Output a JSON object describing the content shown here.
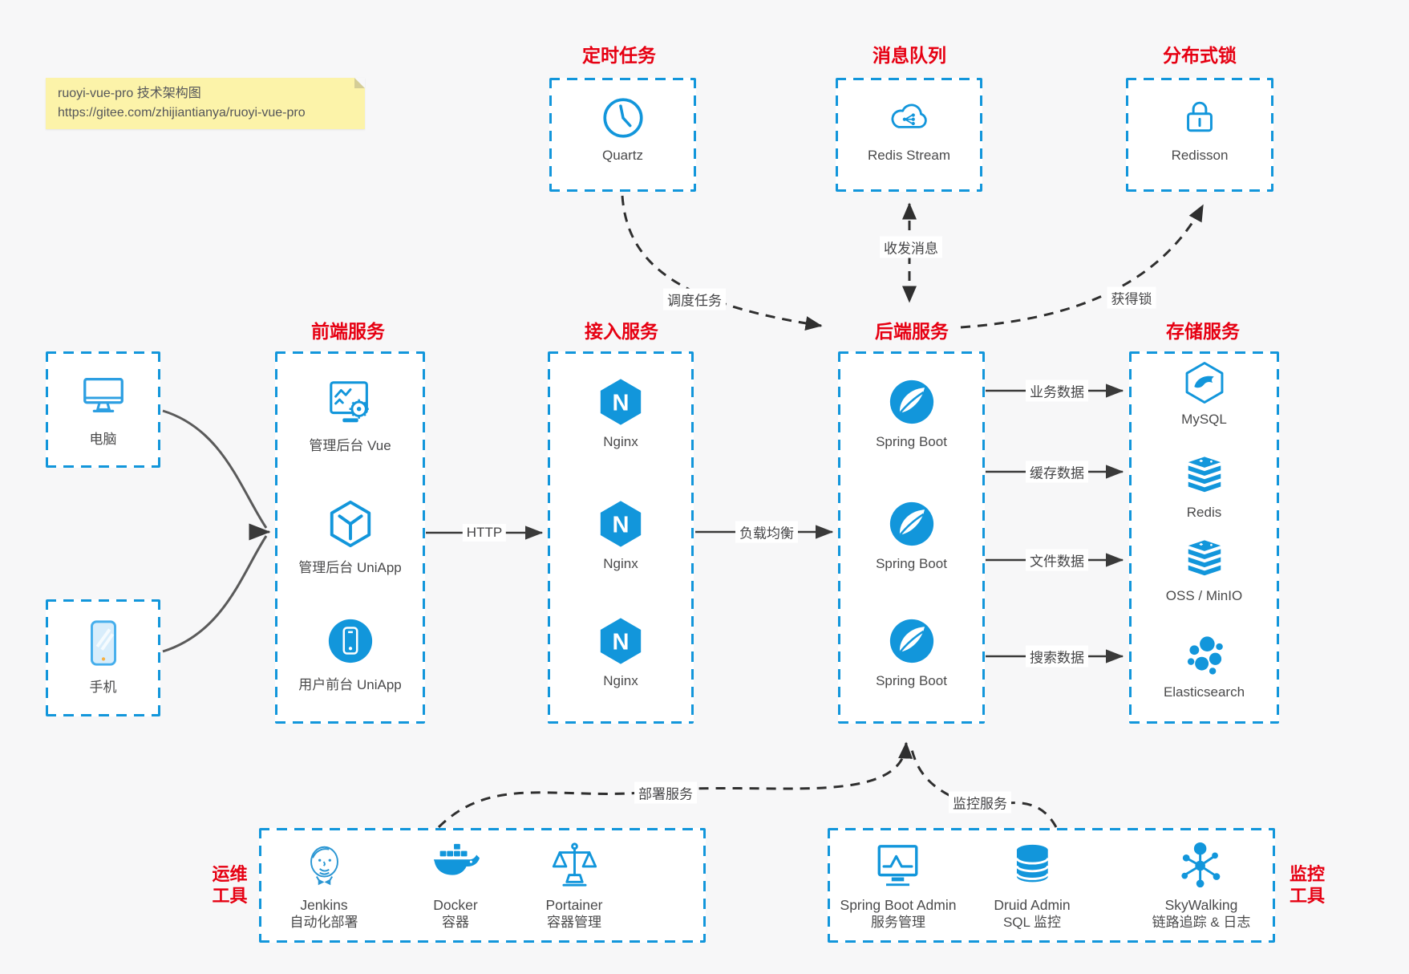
{
  "note": {
    "line1": "ruoyi-vue-pro 技术架构图",
    "line2": "https://gitee.com/zhijiantianya/ruoyi-vue-pro"
  },
  "palette": {
    "accent_blue": "#1296db",
    "title_red": "#e60012",
    "arrow_dark": "#3a3a3a",
    "note_bg": "#fcf3a9",
    "canvas_bg": "#f7f7f8"
  },
  "top_services": [
    {
      "title": "定时任务",
      "label": "Quartz",
      "icon": "clock-icon"
    },
    {
      "title": "消息队列",
      "label": "Redis Stream",
      "icon": "cloud-stream-icon"
    },
    {
      "title": "分布式锁",
      "label": "Redisson",
      "icon": "lock-icon"
    }
  ],
  "clients": [
    {
      "label": "电脑",
      "icon": "desktop-icon"
    },
    {
      "label": "手机",
      "icon": "smartphone-icon"
    }
  ],
  "columns": {
    "frontend": {
      "title": "前端服务",
      "items": [
        {
          "label": "管理后台 Vue",
          "icon": "admin-vue-icon"
        },
        {
          "label": "管理后台 UniApp",
          "icon": "cube-icon"
        },
        {
          "label": "用户前台 UniApp",
          "icon": "mobile-app-icon"
        }
      ]
    },
    "gateway": {
      "title": "接入服务",
      "items": [
        {
          "label": "Nginx",
          "icon": "nginx-icon"
        },
        {
          "label": "Nginx",
          "icon": "nginx-icon"
        },
        {
          "label": "Nginx",
          "icon": "nginx-icon"
        }
      ]
    },
    "backend": {
      "title": "后端服务",
      "items": [
        {
          "label": "Spring Boot",
          "icon": "spring-boot-icon"
        },
        {
          "label": "Spring Boot",
          "icon": "spring-boot-icon"
        },
        {
          "label": "Spring Boot",
          "icon": "spring-boot-icon"
        }
      ]
    },
    "storage": {
      "title": "存储服务",
      "items": [
        {
          "label": "MySQL",
          "icon": "mysql-icon"
        },
        {
          "label": "Redis",
          "icon": "layer-stack-icon"
        },
        {
          "label": "OSS / MinIO",
          "icon": "layer-stack-icon"
        },
        {
          "label": "Elasticsearch",
          "icon": "elasticsearch-icon"
        }
      ]
    }
  },
  "edges": {
    "http": "HTTP",
    "load_balance": "负载均衡",
    "schedule": "调度任务",
    "messaging": "收发消息",
    "lock": "获得锁",
    "business_data": "业务数据",
    "cache_data": "缓存数据",
    "file_data": "文件数据",
    "search_data": "搜索数据",
    "deploy": "部署服务",
    "monitor": "监控服务"
  },
  "ops_tools": {
    "side_label_line1": "运维",
    "side_label_line2": "工具",
    "items": [
      {
        "name": "Jenkins",
        "desc": "自动化部署",
        "icon": "jenkins-icon"
      },
      {
        "name": "Docker",
        "desc": "容器",
        "icon": "docker-icon"
      },
      {
        "name": "Portainer",
        "desc": "容器管理",
        "icon": "portainer-icon"
      }
    ]
  },
  "monitor_tools": {
    "side_label_line1": "监控",
    "side_label_line2": "工具",
    "items": [
      {
        "name": "Spring Boot Admin",
        "desc": "服务管理",
        "icon": "dashboard-icon"
      },
      {
        "name": "Druid Admin",
        "desc": "SQL 监控",
        "icon": "database-icon"
      },
      {
        "name": "SkyWalking",
        "desc": "链路追踪 & 日志",
        "icon": "topology-icon"
      }
    ]
  }
}
